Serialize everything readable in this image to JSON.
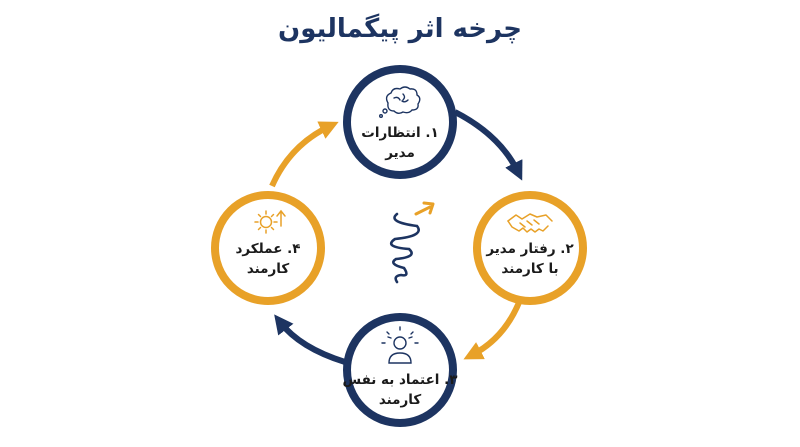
{
  "title": "چرخه اثر پیگمالیون",
  "colors": {
    "navy": "#1d3461",
    "gold": "#e8a128"
  },
  "nodes": [
    {
      "label_line1": "۱. انتظارات",
      "label_line2": "مدیر",
      "icon": "brain-thought-icon"
    },
    {
      "label_line1": "۲. رفتار مدیر",
      "label_line2": "با کارمند",
      "icon": "handshake-icon"
    },
    {
      "label_line1": "۳. اعتماد به نفس",
      "label_line2": "کارمند",
      "icon": "confident-person-icon"
    },
    {
      "label_line1": "۴. عملکرد",
      "label_line2": "کارمند",
      "icon": "gear-growth-icon"
    }
  ],
  "center_icon": "spiral-growth-icon"
}
